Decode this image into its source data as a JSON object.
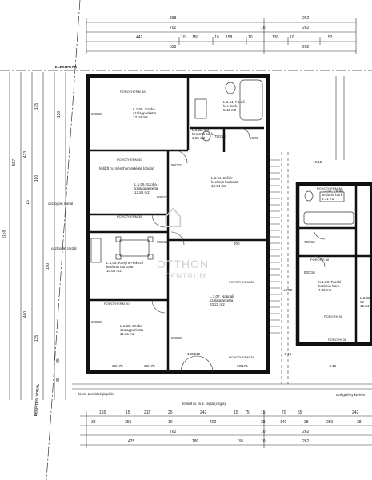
{
  "dims_top": {
    "r1": [
      "838",
      "262"
    ],
    "r2": [
      "762",
      "10",
      "262"
    ],
    "r3": [
      "442",
      "10",
      "150",
      "10",
      "158",
      "10",
      "130",
      "10",
      "52"
    ],
    "r4": [
      "838",
      "262"
    ]
  },
  "dims_bottom": {
    "r1": [
      "165",
      "15",
      "215",
      "25",
      "242",
      "15",
      "75",
      "15",
      "70",
      "55",
      "242"
    ],
    "r2": [
      "38",
      "350",
      "10",
      "402",
      "38",
      "140",
      "38",
      "250",
      "38"
    ],
    "r3": [
      "762",
      "10",
      "262"
    ],
    "r4": [
      "425",
      "180",
      "195",
      "10",
      "262"
    ]
  },
  "dims_left": [
    "1159",
    "597",
    "423",
    "15",
    "460",
    "175",
    "180",
    "135",
    "150",
    "130",
    "85",
    "25"
  ],
  "side_labels": {
    "telekhatar": "TELEKHATÁR",
    "bepitesi_vonal": "BEÉPÍTÉSI VONAL"
  },
  "rooms": [
    {
      "no": "L.1.05.",
      "name": "Szoba",
      "floor": "szalagparketta",
      "area": "13.04 m2"
    },
    {
      "no": "L.1.04.",
      "name": "Fürdő",
      "floor": "ker. burk.",
      "area": "5.42 m2"
    },
    {
      "no": "L.1.02.",
      "name": "Wc",
      "floor": "kerámia burk.",
      "area": "1.65 m2"
    },
    {
      "no": "L.1.01.",
      "name": "Előtér",
      "floor": "kerámia burkolat",
      "area": "10.94 m2"
    },
    {
      "no": "L.1.06.",
      "name": "Szoba",
      "floor": "szalagparketta",
      "area": "12.86 m2"
    },
    {
      "no": "L.1.08.",
      "name": "Konyha+étkező",
      "floor": "kerámia burkolat",
      "area": "10.64 m2"
    },
    {
      "no": "L.1.07.",
      "name": "Nappali",
      "floor": "szalagparketta",
      "area": "23.22 m2"
    },
    {
      "no": "L.1.09.",
      "name": "Szoba",
      "floor": "szalagparketta",
      "area": "11.66 m2"
    },
    {
      "no": "L.2.02.",
      "name": "Fürdő",
      "floor": "kerámia burk.",
      "area": "3.71 m2"
    },
    {
      "no": "K.1.03.",
      "name": "Tároló",
      "floor": "kerámia burk.",
      "area": "7.85 m2"
    },
    {
      "no": "L.2.03.",
      "name": "Sz",
      "floor": "",
      "area": "10.34"
    }
  ],
  "floor_labels": [
    "POROTHERM 38",
    "POROTHERM 30",
    "POROTHERM 38",
    "POROTHERM 30",
    "POROTHERM 38",
    "POROTHERM 38",
    "POROTHERM 38",
    "PORORH.38",
    "PORORH.30",
    "PORORH.38"
  ],
  "notes": {
    "fejlett_meszhomok": "fejlődt m. mészhomoktégla (cégla)",
    "oszlopok_kartal": "oszlopok, kartal",
    "oszlopok_tardal": "oszlopok, tardal",
    "kism_tamfal": "kism. támfal téglapillér",
    "fejlett_bottom": "fejlődt m. m.k. tégla (cégla)",
    "acelgeleny": "acélgelény kerítés"
  },
  "levels": [
    "±0.00",
    "±0.00",
    "-0.15",
    "-0.15",
    "-0.15"
  ],
  "door_dims": [
    "90/210",
    "90/210",
    "75/210",
    "90/210",
    "90/210",
    "90/210",
    "90/210",
    "200",
    "60/175",
    "60/175",
    "60/175",
    "75/210",
    "90/210",
    "100/210"
  ],
  "watermark": {
    "main": "OTTHON",
    "sub": "CENTRUM"
  }
}
